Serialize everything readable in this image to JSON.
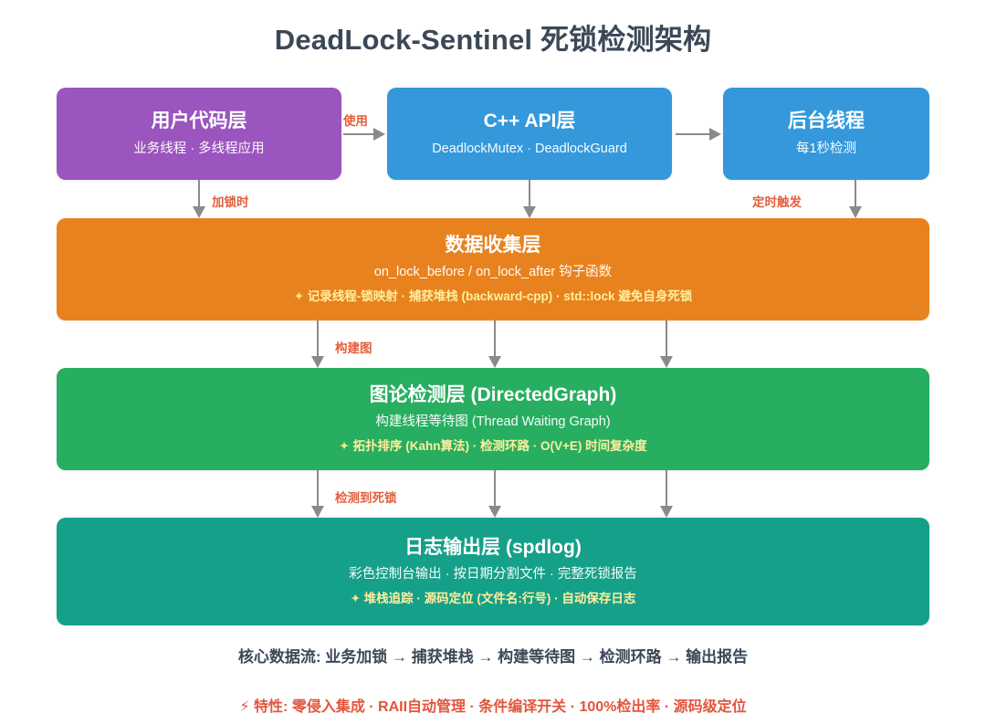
{
  "title": "DeadLock-Sentinel 死锁检测架构",
  "boxes": {
    "user": {
      "title": "用户代码层",
      "sub": "业务线程 · 多线程应用",
      "color": "#9B55BE"
    },
    "api": {
      "title": "C++ API层",
      "sub": "DeadlockMutex · DeadlockGuard",
      "color": "#3498DB"
    },
    "background": {
      "title": "后台线程",
      "sub": "每1秒检测",
      "color": "#3498DB"
    },
    "collect": {
      "title": "数据收集层",
      "sub": "on_lock_before / on_lock_after 钩子函数",
      "detail_icon": "✦",
      "detail": "记录线程-锁映射 · 捕获堆栈 (backward-cpp) · std::lock 避免自身死锁",
      "color": "#E8821E"
    },
    "graph": {
      "title": "图论检测层 (DirectedGraph)",
      "sub": "构建线程等待图 (Thread Waiting Graph)",
      "detail_icon": "✦",
      "detail": "拓扑排序 (Kahn算法) · 检测环路 · O(V+E) 时间复杂度",
      "color": "#27AE60"
    },
    "log": {
      "title": "日志输出层 (spdlog)",
      "sub": "彩色控制台输出 · 按日期分割文件 · 完整死锁报告",
      "detail_icon": "✦",
      "detail": "堆栈追踪 · 源码定位 (文件名:行号) · 自动保存日志",
      "color": "#15A089"
    }
  },
  "arrow_labels": {
    "use": "使用",
    "on_lock": "加锁时",
    "timer_trigger": "定时触发",
    "build_graph": "构建图",
    "deadlock_detected": "检测到死锁"
  },
  "footer": {
    "flow": "核心数据流: 业务加锁 → 捕获堆栈 → 构建等待图 → 检测环路 → 输出报告",
    "feature_icon": "⚡",
    "feature": "特性: 零侵入集成 · RAII自动管理 · 条件编译开关 · 100%检出率 · 源码级定位"
  },
  "colors": {
    "arrow": "#8a8a8a",
    "arrow_label": "#E2603C",
    "title_text": "#3c4858",
    "detail_text": "#ffef9e",
    "feature_text": "#E2553C"
  }
}
